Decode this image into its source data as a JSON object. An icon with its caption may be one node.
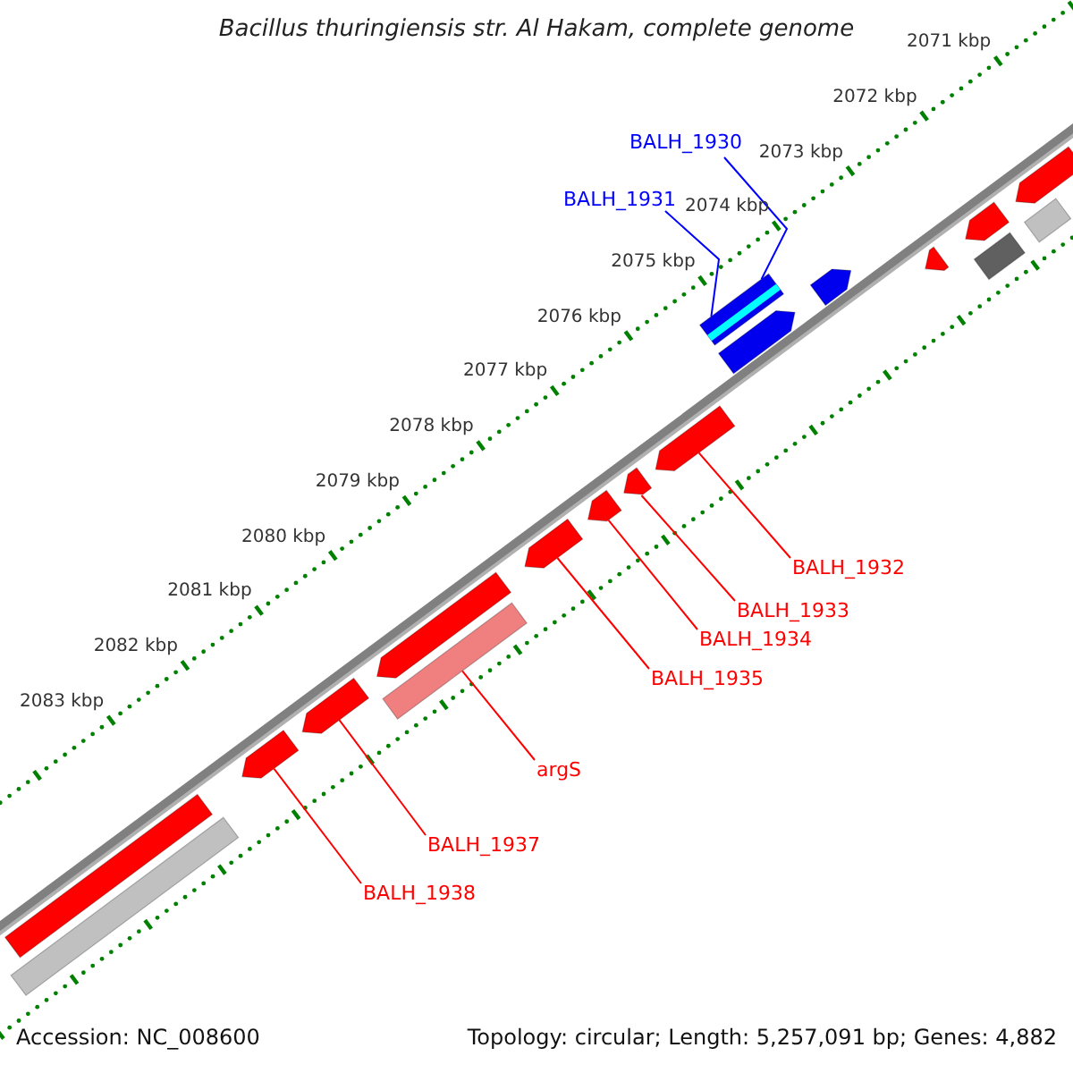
{
  "diagram": {
    "title": "Bacillus thuringiensis str. Al Hakam, complete genome",
    "nodes": [
      {
        "text": [
          "BALH_1930"
        ]
      },
      {
        "text": [
          "BALH_1931"
        ]
      },
      {
        "text": [
          "BALH_1932"
        ]
      },
      {
        "text": [
          "BALH_1933"
        ]
      },
      {
        "text": [
          "BALH_1934"
        ]
      },
      {
        "text": [
          "BALH_1935"
        ]
      },
      {
        "text": [
          "argS"
        ]
      },
      {
        "text": [
          "BALH_1937"
        ]
      },
      {
        "text": [
          "BALH_1938"
        ]
      },
      {
        "text": [],
        "shape": "bar"
      },
      {
        "text": [],
        "shape": "bar"
      },
      {
        "text": [],
        "shape": "pentagon"
      },
      {
        "text": [],
        "shape": "pentagon"
      },
      {
        "text": [],
        "shape": "bar"
      },
      {
        "text": [],
        "shape": "pentagon"
      },
      {
        "text": [],
        "shape": "pentagon"
      },
      {
        "text": [],
        "shape": "pentagon"
      },
      {
        "text": [],
        "shape": "pentagon"
      },
      {
        "text": [],
        "shape": "pentagon"
      },
      {
        "text": [],
        "shape": "bar"
      },
      {
        "text": [],
        "shape": "pentagon"
      },
      {
        "text": [],
        "shape": "pentagon"
      },
      {
        "text": [],
        "shape": "pentagon"
      },
      {
        "text": [],
        "shape": "bar"
      },
      {
        "text": [],
        "shape": "pentagon"
      },
      {
        "text": [],
        "shape": "bar"
      },
      {
        "text": [],
        "shape": "pentagon"
      }
    ],
    "edges": [
      {
        "from": 0,
        "to": 19,
        "arrow": "none",
        "color": "#0000ff"
      },
      {
        "from": 1,
        "to": 19,
        "arrow": "none",
        "color": "#0000ff"
      },
      {
        "from": 2,
        "to": 18,
        "arrow": "none"
      },
      {
        "from": 3,
        "to": 17,
        "arrow": "none"
      },
      {
        "from": 4,
        "to": 16,
        "arrow": "none"
      },
      {
        "from": 5,
        "to": 15,
        "arrow": "none"
      },
      {
        "from": 6,
        "to": 13,
        "arrow": "none"
      },
      {
        "from": 7,
        "to": 12,
        "arrow": "none"
      },
      {
        "from": 8,
        "to": 11,
        "arrow": "none"
      }
    ],
    "labels": [
      "2071 kbp",
      "2072 kbp",
      "2073 kbp",
      "2074 kbp",
      "2075 kbp",
      "2076 kbp",
      "2077 kbp",
      "2078 kbp",
      "2079 kbp",
      "2080 kbp",
      "2081 kbp",
      "2082 kbp",
      "2083 kbp",
      "Accession: NC_008600",
      "Topology: circular; Length: 5,257,091 bp; Genes: 4,882"
    ]
  }
}
